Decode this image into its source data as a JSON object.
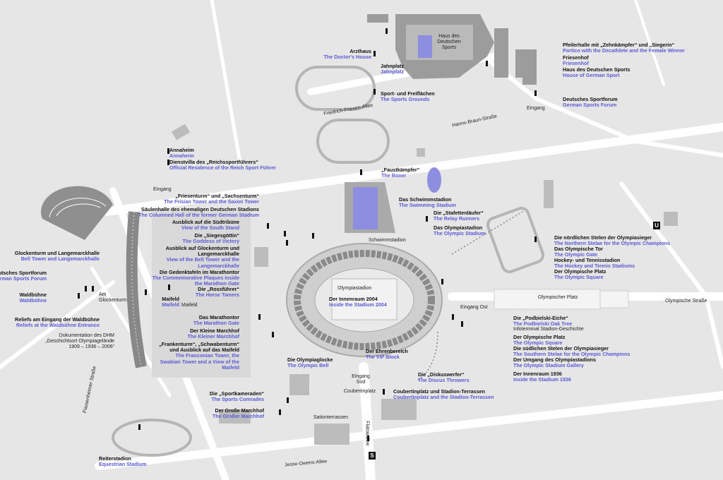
{
  "labels_right": [
    {
      "de": "Pfeilerhalle mit „Zehnkämpfer“ und „Siegerin“",
      "en": "Portico with the Decathlete and the Female Winner"
    },
    {
      "de": "Friesenhof",
      "en": "Friesenhof"
    },
    {
      "de": "Haus des Deutschen Sports",
      "en": "House of German Sport"
    },
    {
      "de": "Deutsches Sportforum",
      "en": "German Sports Forum"
    },
    {
      "de": "Die nördlichen Stelen der Olympiasieger",
      "en": "The Northern Stelae for the Olympic Champions"
    },
    {
      "de": "Das Olympische Tor",
      "en": "The Olympic Gate"
    },
    {
      "de": "Hockey- und Tennisstadion",
      "en": "The Hockey and Tennis Stadiums"
    },
    {
      "de": "Der Olympische Platz",
      "en": "The Olympic Square"
    },
    {
      "de": "Die „Podbielski-Eiche“",
      "en": "The Podbielski Oak Tree"
    },
    {
      "de": "Der Olympische Platz",
      "en": "The Olympic Square"
    },
    {
      "de": "Die südlichen Stelen der Olympiasieger",
      "en": "The Southern Stelae for the Olympic Champions"
    },
    {
      "de": "Der Umgang des Olympiastadions",
      "en": "The Olympic Stadium Gallery"
    },
    {
      "de": "Der Innenraum 1936",
      "en": "Inside the Stadium 1936"
    },
    {
      "de": "Coubertinplatz und Stadion-Terrassen",
      "en": "Coubertinplatz and the Stadion-Terrassen"
    }
  ],
  "labels_center": [
    {
      "de": "Arzthaus",
      "en": "The Doctor's House"
    },
    {
      "de": "Jahnplatz",
      "en": "Jahnplatz"
    },
    {
      "de": "Sport- und Freiflächen",
      "en": "The Sports Grounds"
    },
    {
      "de": "Annaheim",
      "en": "Annaheim"
    },
    {
      "de": "Dienstvilla des „Reichssportführers“",
      "en": "Official Residence of the Reich Sport Führer"
    },
    {
      "de": "„Faustkämpfer“",
      "en": "The Boxer"
    },
    {
      "de": "„Friesenturm“ und „Sachsenturm“",
      "en": "The Frisian Tower and the Saxon Tower"
    },
    {
      "de": "Säulenhalle des ehemaligen Deutschen Stadions",
      "en": "The Columned Hall of the former German Stadium"
    },
    {
      "de": "Das Schwimmstadion",
      "en": "The Swimming Stadium"
    },
    {
      "de": "Die „Stafettenläufer“",
      "en": "The Relay Runners"
    },
    {
      "de": "Das Olympiastadion",
      "en": "The Olympic Stadium"
    },
    {
      "de": "Ausblick auf die Südtribüne",
      "en": "View of the South Stand"
    },
    {
      "de": "Die „Siegesgöttin“",
      "en": "The Goddess of Victory"
    },
    {
      "de": "Ausblick auf Glockenturm und Langemarckhalle",
      "en": "View of the Bell Tower and the Langemarckhalle"
    },
    {
      "de": "Die Gedenktafeln im Marathontor",
      "en": "The Commemorative Plaques inside the Marathon Gate"
    },
    {
      "de": "Die „Rossführer“",
      "en": "The Horse Tamers"
    },
    {
      "de": "Der Innenraum 2004",
      "en": "Inside the Stadium 2004"
    },
    {
      "de": "Das Marathontor",
      "en": "The Marathon Gate"
    },
    {
      "de": "Der Kleine Marchhof",
      "en": "The Kleiner Marchhof"
    },
    {
      "de": "„Frankenturm“, „Schwabenturm“ und Ausblick auf das Maifeld",
      "en": "The Franconian Tower, the Swabian Tower and a View of the Maifeld"
    },
    {
      "de": "Der Ehrenbereich",
      "en": "The VIP Block"
    },
    {
      "de": "Die Olympiaglocke",
      "en": "The Olympic Bell"
    },
    {
      "de": "Die „Diskuswerfer“",
      "en": "The Discus Throwers"
    },
    {
      "de": "Die „Sportkameraden“",
      "en": "The Sports Comrades"
    },
    {
      "de": "Der Große Marchhof",
      "en": "The Großer Marchhof"
    },
    {
      "de": "Reiterstadion",
      "en": "Equestrian Stadium"
    }
  ],
  "labels_left": [
    {
      "de": "Glockenturm und Langemarckhalle",
      "en": "Bell Tower and Langemarckhalle"
    },
    {
      "de": "Deutsches Sportforum",
      "en": "German Sports Forum"
    },
    {
      "de": "Waldbühne",
      "en": "Waldbühne"
    },
    {
      "de": "Reliefs am Eingang der Waldbühne",
      "en": "Reliefs at the Waldbühne Entrance"
    },
    {
      "de": "Maifeld",
      "en": "Maifeld"
    }
  ],
  "plain": {
    "haus": "Haus des Deutschen Sports",
    "friedrich": "Friedrich-Friesen-Allee",
    "hanns": "Hanns-Braun-Straße",
    "eingang_n": "Eingang",
    "eingang_w": "Eingang",
    "schwimmstadion": "Schwimmstadion",
    "olympiastadion": "Olympiastadion",
    "am_glockenturm": "Am Glockenturm",
    "maifeld": "Maifeld",
    "eingang_ost": "Eingang Ost",
    "olympischer_platz": "Olympischer Platz",
    "olympische_strasse": "Olympische Straße",
    "infoterminal": "Infoterminal Stadion-Geschichte",
    "eingang_sued": "Eingang Süd",
    "coubertinplatz": "Coubertinplatz",
    "sationterrassen": "Sationterrassen",
    "flatowallee": "Flatowallee",
    "jesse": "Jesse-Owens-Allee",
    "passenheimer": "Passenheimer Straße",
    "dhm": "Dokumentation des DHM „Geschichtsort Olympiagelände 1909 – 1936 – 2006“",
    "u": "U",
    "s": "S"
  },
  "colors": {
    "accent": "#5b5bd6",
    "building": "#9c9c9c",
    "ground": "#e6e6e6",
    "road": "#ffffff"
  }
}
